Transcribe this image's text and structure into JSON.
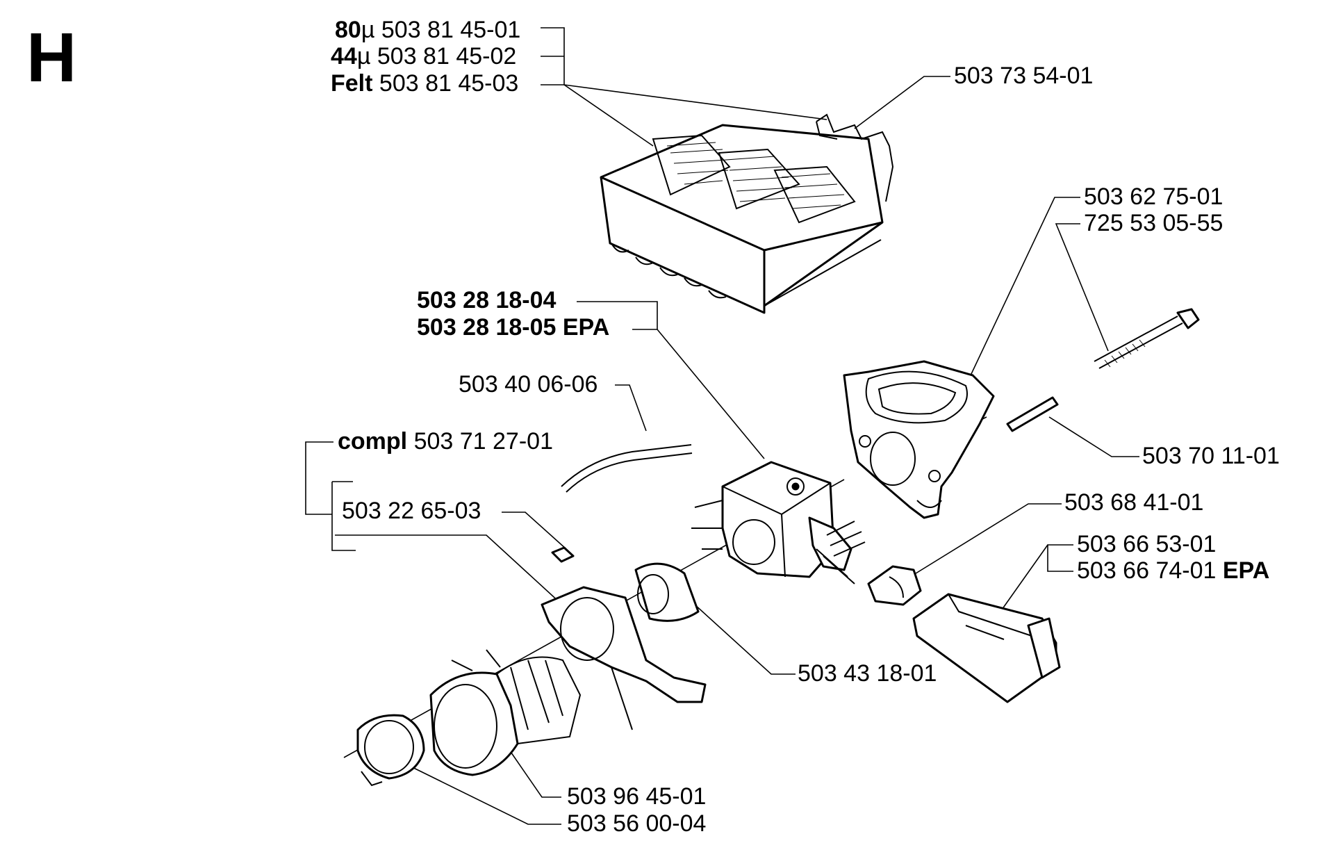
{
  "section": "H",
  "labels": {
    "filter_80": {
      "prefix": "80",
      "unit": "µ",
      "number": "503 81 45-01"
    },
    "filter_44": {
      "prefix": "44",
      "unit": "µ",
      "number": "503 81 45-02"
    },
    "filter_felt": {
      "prefix": "Felt",
      "number": "503 81 45-03"
    },
    "cover_clip": "503 73 54-01",
    "intake_bolt": "503 62 75-01",
    "intake_screw": "725 53 05-55",
    "carb_std": "503 28 18-04",
    "carb_epa": {
      "number": "503 28 18-05",
      "suffix": "EPA"
    },
    "fuel_hose": "503 40 06-06",
    "compl": {
      "prefix": "compl",
      "number": "503 71 27-01"
    },
    "bracket": "503 22 65-03",
    "sleeve": "503 70 11-01",
    "choke": "503 68 41-01",
    "plate_std": "503 66 53-01",
    "plate_epa": {
      "number": "503 66 74-01",
      "suffix": "EPA"
    },
    "gasket_ring": "503 43 18-01",
    "intake_boot": "503 96 45-01",
    "hose_clamp": "503 56 00-04"
  }
}
